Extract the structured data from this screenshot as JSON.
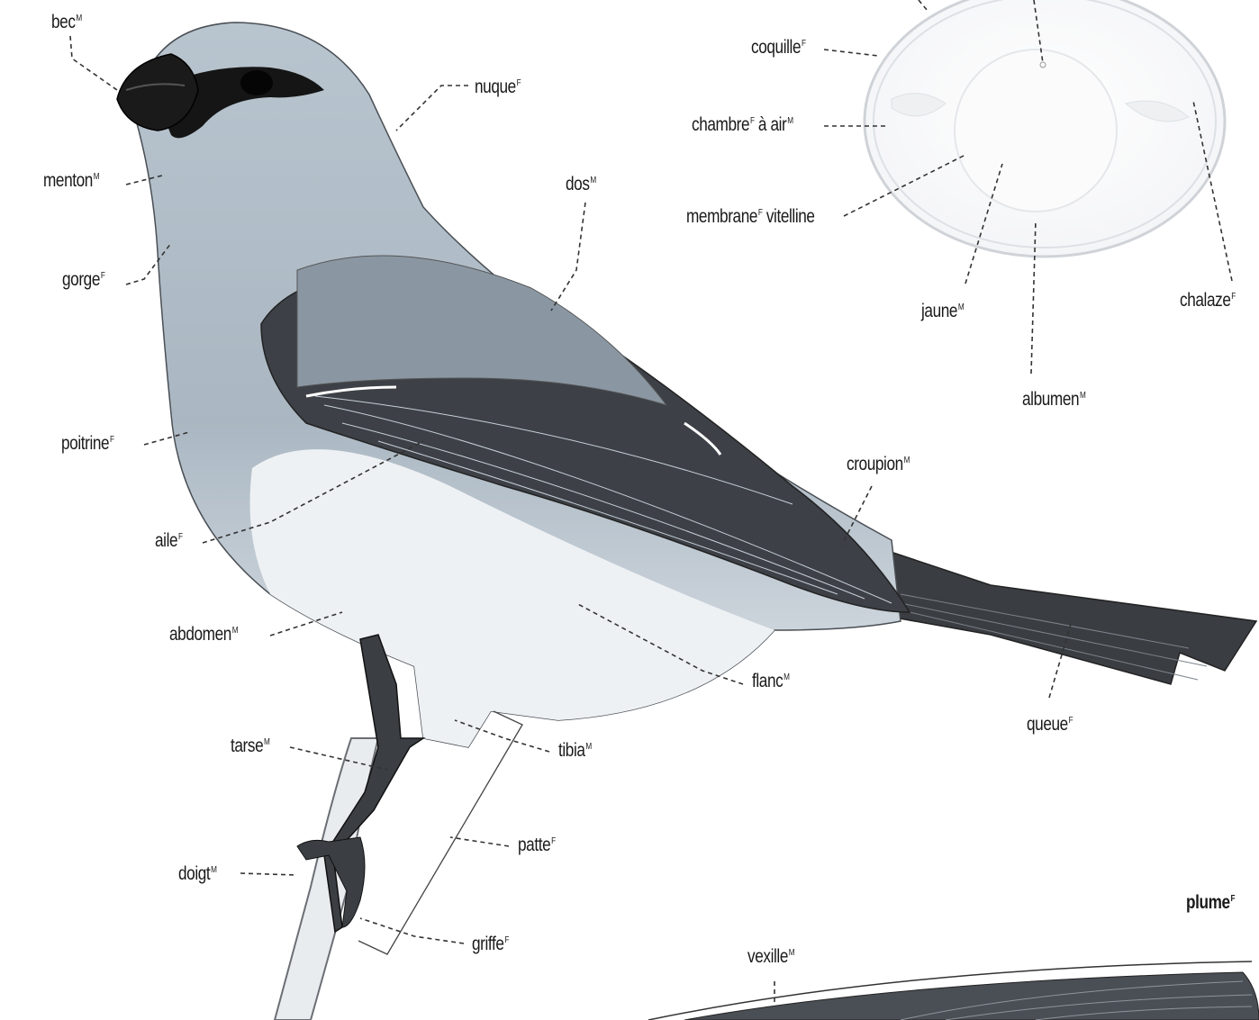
{
  "bird_labels": {
    "bec": {
      "text": "bec",
      "gender": "M"
    },
    "nuque": {
      "text": "nuque",
      "gender": "F"
    },
    "menton": {
      "text": "menton",
      "gender": "M"
    },
    "dos": {
      "text": "dos",
      "gender": "M"
    },
    "gorge": {
      "text": "gorge",
      "gender": "F"
    },
    "poitrine": {
      "text": "poitrine",
      "gender": "F"
    },
    "aile": {
      "text": "aile",
      "gender": "F"
    },
    "abdomen": {
      "text": "abdomen",
      "gender": "M"
    },
    "flanc": {
      "text": "flanc",
      "gender": "M"
    },
    "croupion": {
      "text": "croupion",
      "gender": "M"
    },
    "queue": {
      "text": "queue",
      "gender": "F"
    },
    "tarse": {
      "text": "tarse",
      "gender": "M"
    },
    "tibia": {
      "text": "tibia",
      "gender": "M"
    },
    "patte": {
      "text": "patte",
      "gender": "F"
    },
    "doigt": {
      "text": "doigt",
      "gender": "M"
    },
    "griffe": {
      "text": "griffe",
      "gender": "F"
    }
  },
  "egg_labels": {
    "coquille": {
      "text": "coquille",
      "gender": "F"
    },
    "chambre": {
      "text": "chambre",
      "gender": "F",
      "suffix": " à air",
      "suffix_gender": "M"
    },
    "membrane": {
      "text": "membrane",
      "gender": "F",
      "suffix": " vitelline"
    },
    "jaune": {
      "text": "jaune",
      "gender": "M"
    },
    "albumen": {
      "text": "albumen",
      "gender": "M"
    },
    "chalaze": {
      "text": "chalaze",
      "gender": "F"
    }
  },
  "feather": {
    "title": {
      "text": "plume",
      "gender": "F"
    },
    "vexille": {
      "text": "vexille",
      "gender": "M"
    }
  },
  "colors": {
    "bird_gray": "#a9b6c1",
    "bird_wing_dark": "#3a3d42",
    "belly": "#eef1f4",
    "mask": "#151515"
  }
}
